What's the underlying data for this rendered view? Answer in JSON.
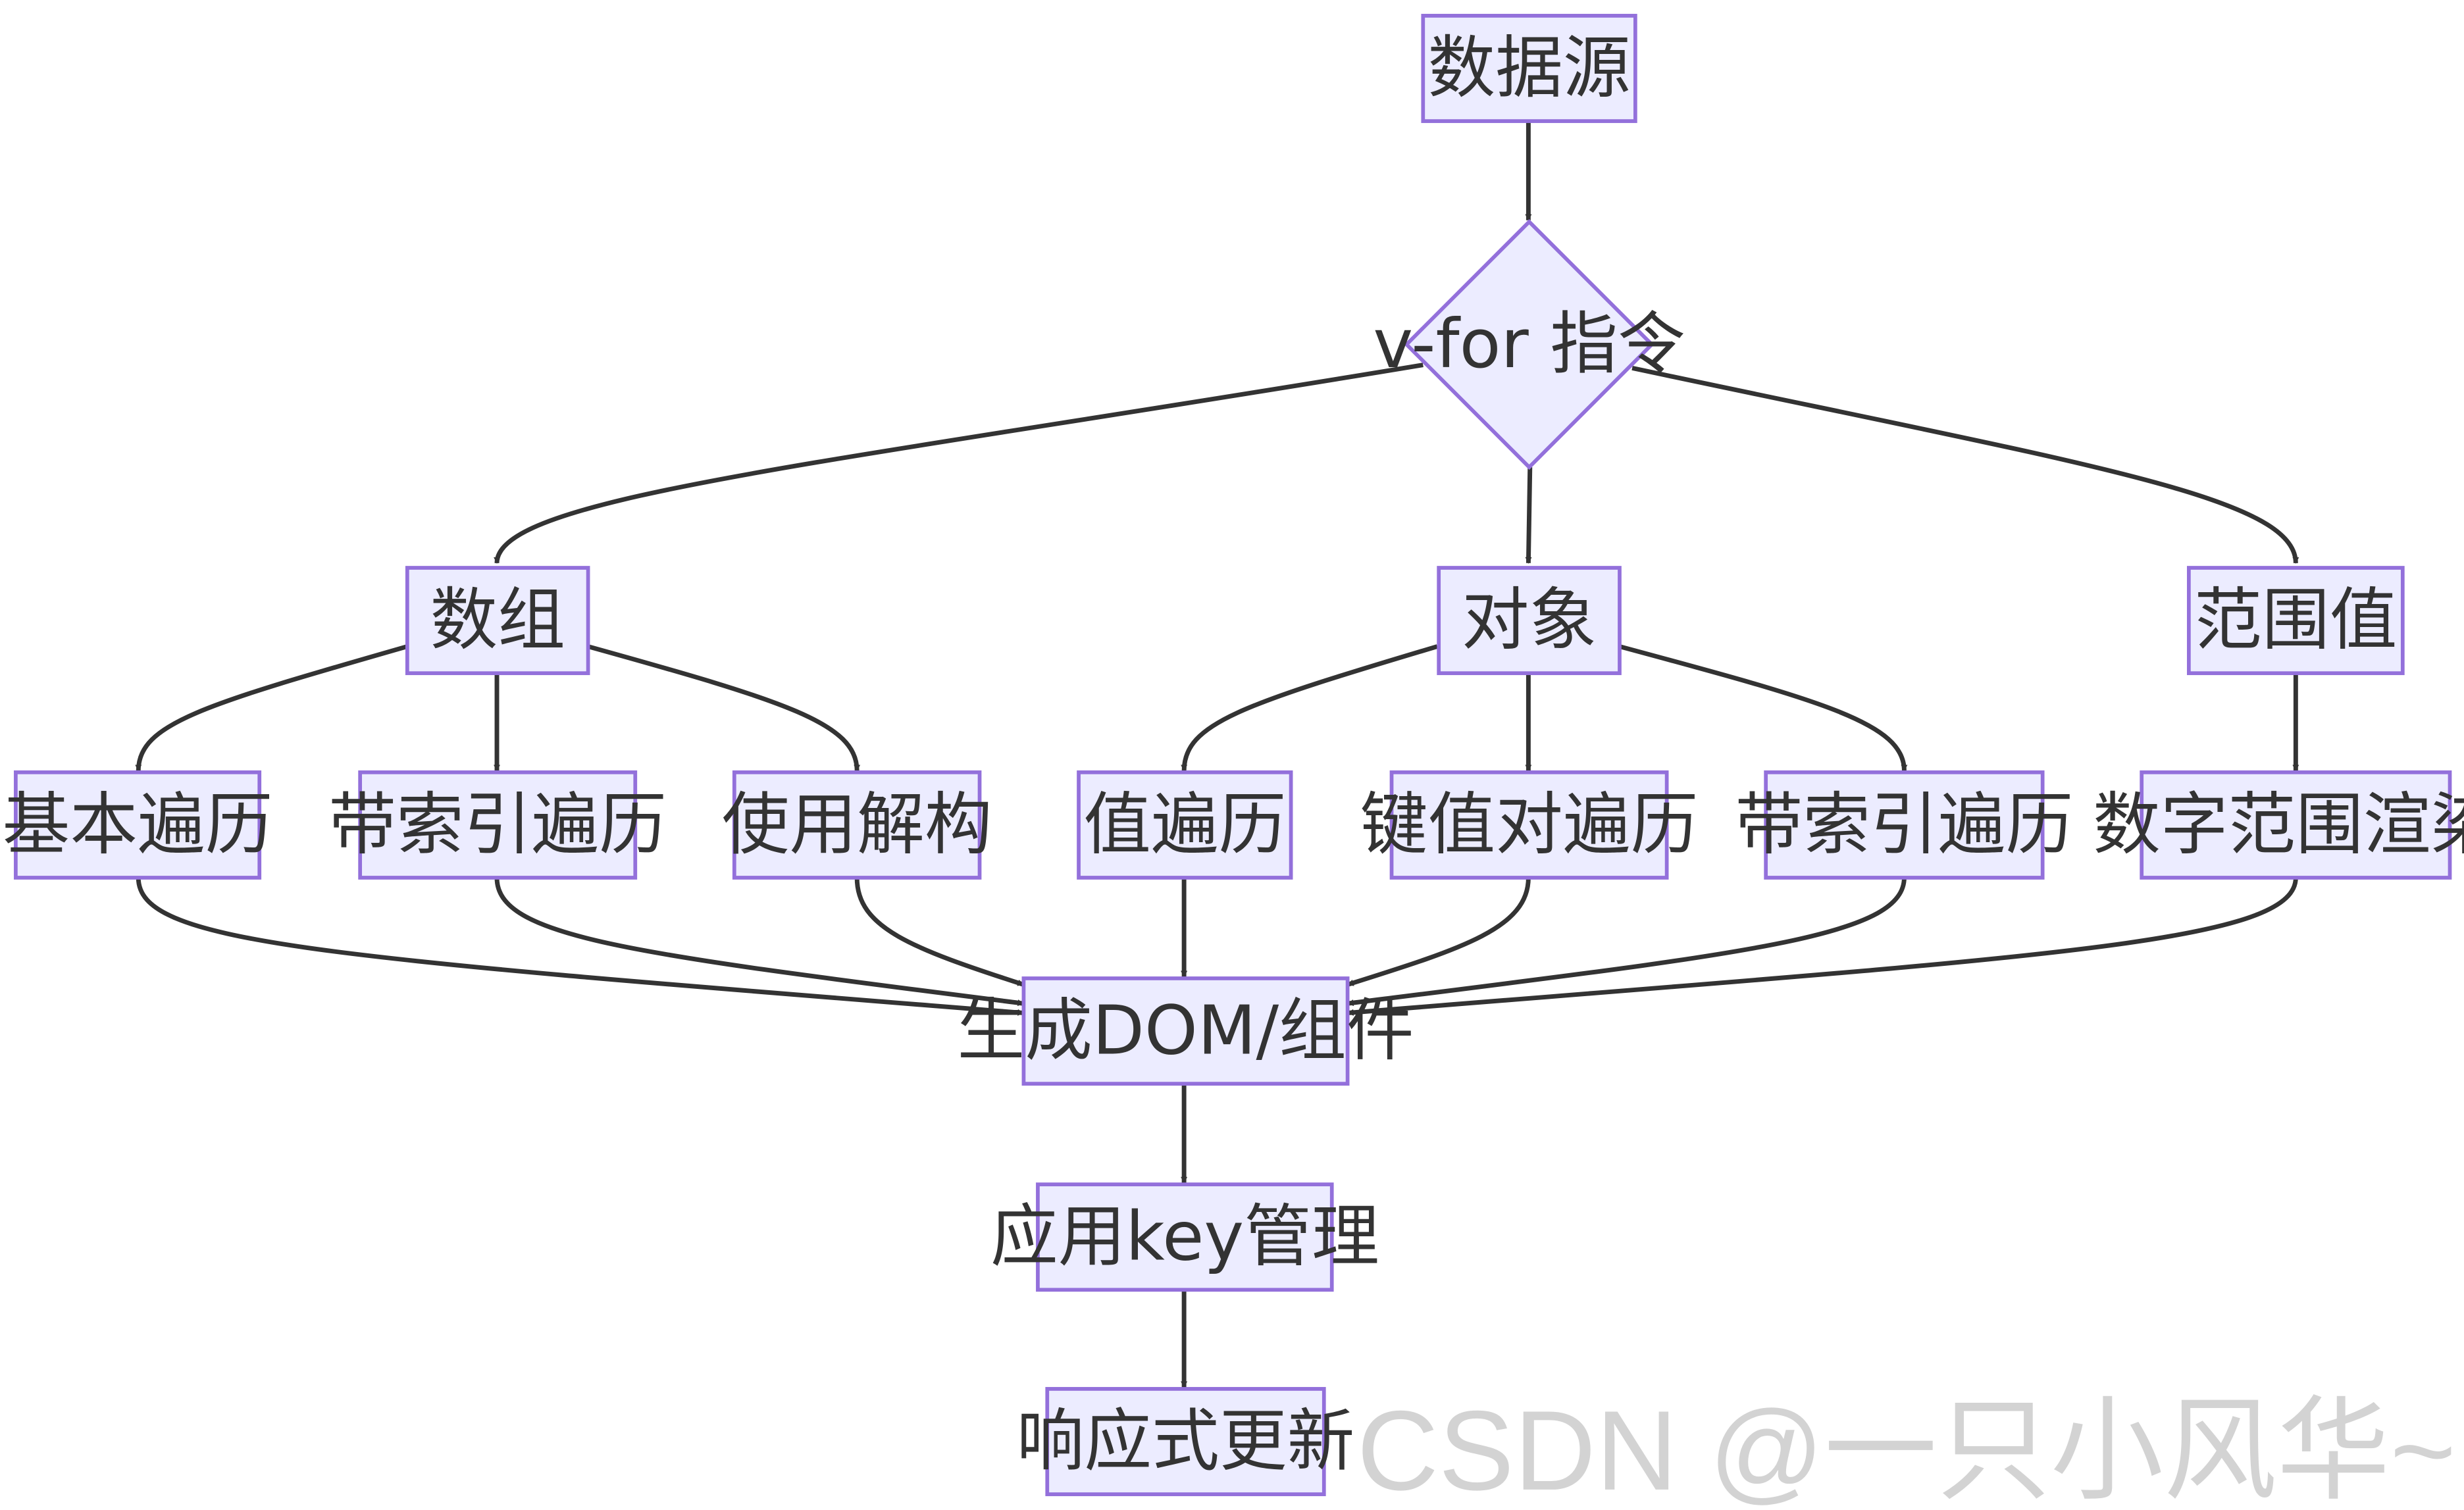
{
  "nodes": {
    "source": "数据源",
    "vfor": "v-for 指令",
    "array": "数组",
    "object": "对象",
    "range": "范围值",
    "basic_iter": "基本遍历",
    "index_iter_array": "带索引遍历",
    "destructure": "使用解构",
    "value_iter": "值遍历",
    "kv_iter": "键值对遍历",
    "index_iter_object": "带索引遍历",
    "number_range": "数字范围渲染",
    "generate": "生成DOM/组件",
    "key_mgmt": "应用key管理",
    "reactive": "响应式更新"
  },
  "watermark": "CSDN @一只小风华~",
  "colors": {
    "node_fill": "#ECECFF",
    "node_stroke": "#9370DB",
    "edge": "#333333",
    "text": "#333333",
    "watermark": "#d3d3d3"
  }
}
